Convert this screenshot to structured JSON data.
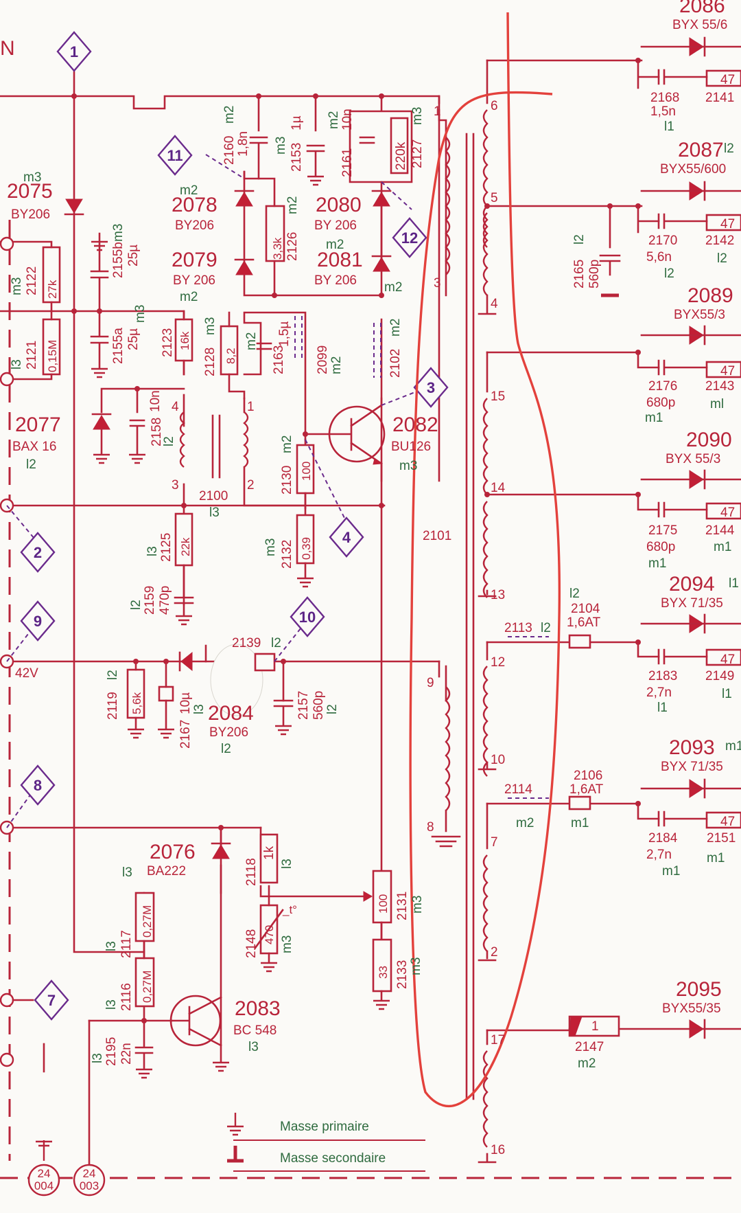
{
  "diagram": {
    "top_fragment": "N",
    "components": {
      "c2075": {
        "ref": "2075",
        "type": "BY206",
        "m": "m3"
      },
      "c2122": {
        "ref": "2122",
        "val": "27k",
        "m": "m3"
      },
      "c2121": {
        "ref": "2121",
        "val": "0,15M",
        "m": "l3"
      },
      "c2077": {
        "ref": "2077",
        "type": "BAX 16",
        "m": "l2"
      },
      "c2155b": {
        "ref": "2155b",
        "m": "m3",
        "val": "25µ"
      },
      "c2155a": {
        "ref": "2155a",
        "val": "25µ",
        "m": "m3"
      },
      "c2123": {
        "ref": "2123",
        "val": "16k"
      },
      "c2158": {
        "ref": "2158",
        "val": "10n",
        "m": "l2"
      },
      "c2078": {
        "ref": "2078",
        "type": "BY206",
        "m": "m2"
      },
      "c2079": {
        "ref": "2079",
        "type": "BY 206",
        "m": "m2"
      },
      "c2080": {
        "ref": "2080",
        "type": "BY 206",
        "m": "m2"
      },
      "c2081": {
        "ref": "2081",
        "type": "BY 206"
      },
      "c2160": {
        "ref": "2160",
        "m": "m2",
        "val": "1,8n"
      },
      "c2153": {
        "ref": "2153",
        "val": "1µ",
        "m": "m3"
      },
      "c2161": {
        "ref": "2161",
        "val": "10n",
        "m": "m2"
      },
      "c2127": {
        "ref": "2127",
        "val": "220k",
        "m": "m3"
      },
      "c2126": {
        "ref": "2126",
        "val": "3,3k",
        "m": "m2"
      },
      "c2128": {
        "ref": "2128",
        "m": "m3",
        "val": "8,2"
      },
      "c2163": {
        "ref": "2163",
        "val": "1,5µ",
        "m": "m2"
      },
      "c2099": {
        "ref": "2099",
        "m": "m2"
      },
      "c2102": {
        "ref": "2102",
        "m": "m2"
      },
      "c2082": {
        "ref": "2082",
        "type": "BU126",
        "m": "m3"
      },
      "c2100": {
        "ref": "2100",
        "m": "l3"
      },
      "c2130": {
        "ref": "2130",
        "m": "m2",
        "val": "100"
      },
      "c2132": {
        "ref": "2132",
        "m": "m3",
        "val": "0,39"
      },
      "c2125": {
        "ref": "2125",
        "m": "l3",
        "val": "22k"
      },
      "c2159": {
        "ref": "2159",
        "m": "l2",
        "val": "470p"
      },
      "c2101": {
        "ref": "2101"
      },
      "c2119": {
        "ref": "2119",
        "m": "l2",
        "val": "5,6k"
      },
      "c2167": {
        "ref": "2167",
        "val": "10µ",
        "m": "l3"
      },
      "c2084": {
        "ref": "2084",
        "type": "BY206",
        "m": "l2"
      },
      "c2139": {
        "ref": "2139",
        "m": "l2"
      },
      "c2157": {
        "ref": "2157",
        "val": "560p",
        "m": "l2"
      },
      "c2076": {
        "ref": "2076",
        "type": "BA222",
        "m": "l3"
      },
      "c2118": {
        "ref": "2118",
        "val": "1k",
        "m": "l3"
      },
      "c2148": {
        "ref": "2148",
        "val": "470",
        "m": "m3",
        "temp": "_t°"
      },
      "c2131": {
        "ref": "2131",
        "val": "100",
        "m": "m3"
      },
      "c2133": {
        "ref": "2133",
        "val": "33",
        "m": "m3"
      },
      "c2117": {
        "ref": "2117",
        "m": "l3",
        "val": "0,27M"
      },
      "c2116": {
        "ref": "2116",
        "m": "l3",
        "val": "0,27M"
      },
      "c2083": {
        "ref": "2083",
        "type": "BC 548",
        "m": "l3"
      },
      "c2195": {
        "ref": "2195",
        "m": "l3",
        "val": "22n"
      },
      "c2086": {
        "ref": "2086",
        "type": "BYX 55/6"
      },
      "c2168": {
        "ref": "2168",
        "val": "1,5n",
        "m": "l1"
      },
      "c2141": {
        "ref": "2141",
        "val": "47"
      },
      "c2087": {
        "ref": "2087",
        "type": "BYX55/600",
        "m": "l2"
      },
      "c2170": {
        "ref": "2170",
        "val": "5,6n",
        "m": "l2"
      },
      "c2142": {
        "ref": "2142",
        "val": "47",
        "m": "l2"
      },
      "c2165": {
        "ref": "2165",
        "val": "560p",
        "m": "l2"
      },
      "c2089": {
        "ref": "2089",
        "type": "BYX55/3"
      },
      "c2176": {
        "ref": "2176",
        "val": "680p",
        "m": "m1"
      },
      "c2143": {
        "ref": "2143",
        "val": "47",
        "m": "ml"
      },
      "c2090": {
        "ref": "2090",
        "type": "BYX 55/3"
      },
      "c2175": {
        "ref": "2175",
        "val": "680p",
        "m": "m1"
      },
      "c2144": {
        "ref": "2144",
        "val": "47",
        "m": "m1"
      },
      "c2094": {
        "ref": "2094",
        "type": "BYX 71/35",
        "m": "l1"
      },
      "c2104": {
        "ref": "2104",
        "val": "1,6AT",
        "m": "l2"
      },
      "c2113": {
        "ref": "2113",
        "m": "l2"
      },
      "c2183": {
        "ref": "2183",
        "val": "2,7n",
        "m": "l1"
      },
      "c2149": {
        "ref": "2149",
        "val": "47",
        "m": "l1"
      },
      "c2093": {
        "ref": "2093",
        "type": "BYX 71/35",
        "m": "m1"
      },
      "c2106": {
        "ref": "2106",
        "val": "1,6AT",
        "m": "m1"
      },
      "c2114": {
        "ref": "2114",
        "m": "m2"
      },
      "c2184": {
        "ref": "2184",
        "val": "2,7n",
        "m": "m1"
      },
      "c2151": {
        "ref": "2151",
        "val": "47",
        "m": "m1"
      },
      "c2095": {
        "ref": "2095",
        "type": "BYX55/35"
      },
      "c2147": {
        "ref": "2147",
        "val": "1",
        "m": "m2"
      }
    },
    "test_points": [
      "1",
      "2",
      "3",
      "4",
      "7",
      "8",
      "9",
      "10",
      "11",
      "12"
    ],
    "pins": [
      "1",
      "3",
      "6",
      "5",
      "4",
      "15",
      "14",
      "13",
      "12",
      "10",
      "7",
      "2",
      "17",
      "16",
      "9",
      "8",
      "4",
      "3",
      "1",
      "2"
    ],
    "voltage_label": "42V",
    "connectors": [
      {
        "top": "24",
        "bottom": "004"
      },
      {
        "top": "24",
        "bottom": "003"
      }
    ],
    "legend": {
      "primary": "Masse primaire",
      "secondary": "Masse secondaire"
    }
  },
  "colors": {
    "ink": "#b8243a",
    "green_text": "#2f6b3f",
    "test_point": "#5c2486",
    "annotation": "#e3413c"
  }
}
